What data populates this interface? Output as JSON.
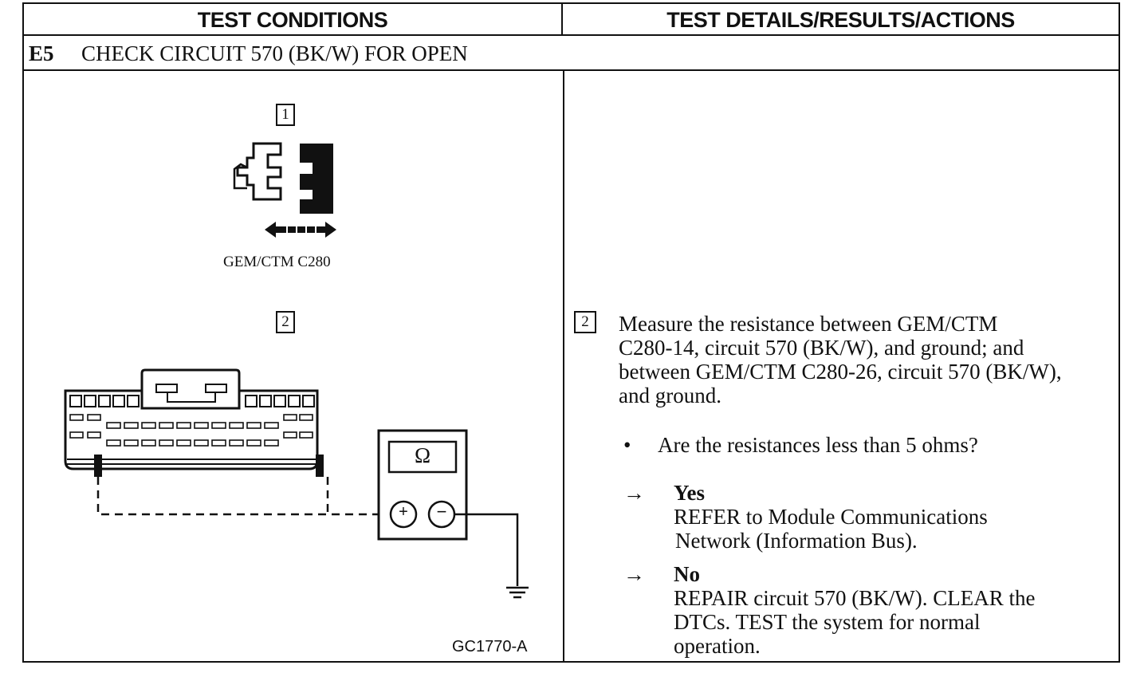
{
  "header": {
    "left": "TEST CONDITIONS",
    "right": "TEST DETAILS/RESULTS/ACTIONS"
  },
  "step": {
    "code": "E5",
    "title": "CHECK CIRCUIT 570 (BK/W) FOR OPEN"
  },
  "left": {
    "callout1": "1",
    "connector_label": "GEM/CTM C280",
    "callout2": "2",
    "meter_symbol": "Ω",
    "meter_plus": "+",
    "meter_minus": "−",
    "figure_code": "GC1770-A"
  },
  "right": {
    "callout": "2",
    "instruction_lines": [
      "Measure the resistance between GEM/CTM",
      "C280-14, circuit 570 (BK/W), and ground; and",
      "between GEM/CTM C280-26, circuit 570 (BK/W),",
      "and ground."
    ],
    "question": "Are the resistances less than 5 ohms?",
    "yes": {
      "label": "Yes",
      "lines": [
        "REFER to Module Communications",
        "Network (Information Bus)."
      ]
    },
    "no": {
      "label": "No",
      "lines": [
        "REPAIR circuit 570 (BK/W). CLEAR the",
        "DTCs. TEST the system for normal",
        "operation."
      ]
    },
    "bullet": "•",
    "arrow": "→"
  }
}
